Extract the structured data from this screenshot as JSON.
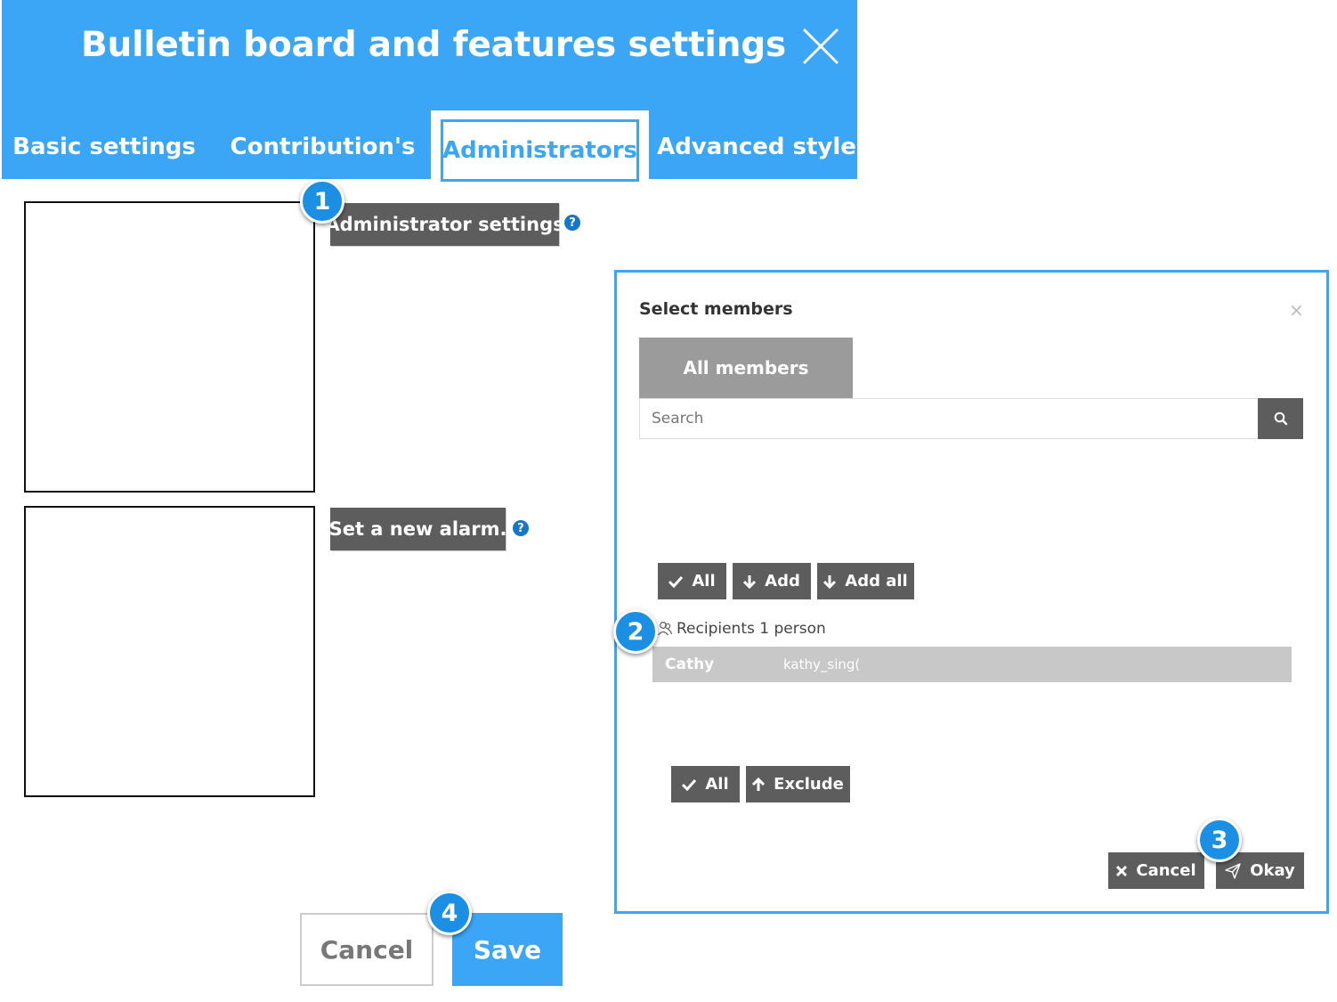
{
  "header": {
    "title": "Bulletin board and features settings",
    "tabs": [
      {
        "label": "Basic settings",
        "active": false
      },
      {
        "label": "Contribution's",
        "active": false
      },
      {
        "label": "Administrators",
        "active": true
      },
      {
        "label": "Advanced style",
        "active": false
      }
    ]
  },
  "sections": {
    "admin_label": "Administrator settings",
    "alarm_label": "Set a new alarm.",
    "help_glyph": "?"
  },
  "footer": {
    "cancel_label": "Cancel",
    "save_label": "Save"
  },
  "modal": {
    "title": "Select members",
    "close_glyph": "×",
    "tab_label": "All members",
    "search_placeholder": "Search",
    "buttons_top": {
      "all": "All",
      "add": "Add",
      "add_all": "Add all"
    },
    "recipients_label": "Recipients 1 person",
    "members": [
      {
        "name": "Cathy",
        "id": "kathy_sing("
      }
    ],
    "buttons_bottom": {
      "all": "All",
      "exclude": "Exclude"
    },
    "cancel_label": "Cancel",
    "okay_label": "Okay"
  },
  "badges": [
    "1",
    "2",
    "3",
    "4"
  ],
  "colors": {
    "accent": "#3aa6f5",
    "button_dark": "#5d5d5d",
    "badge": "#1a8fe3",
    "help": "#1876c9"
  }
}
